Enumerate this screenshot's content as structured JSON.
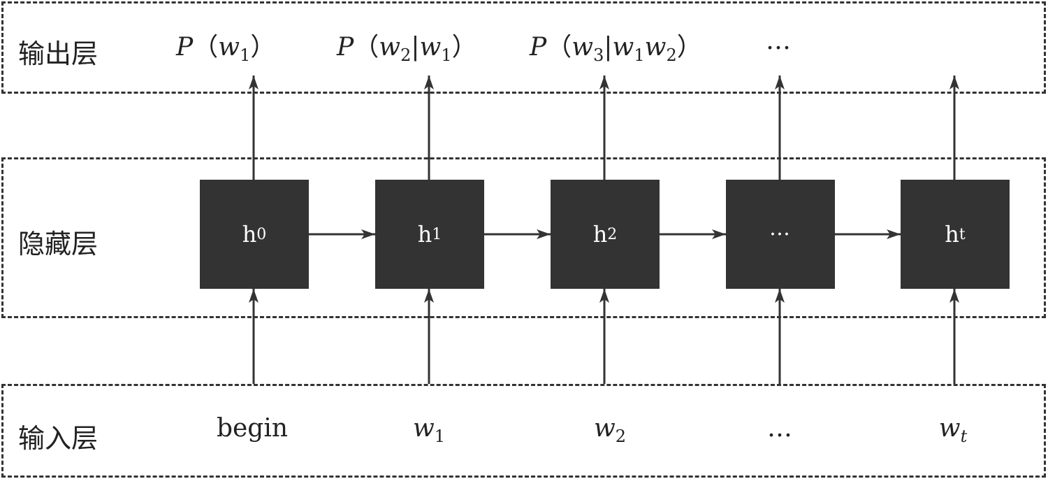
{
  "layers": {
    "output_label": "输出层",
    "hidden_label": "隐藏层",
    "input_label": "输入层"
  },
  "nodes": [
    {
      "base": "h",
      "sub": "0"
    },
    {
      "base": "h",
      "sub": "1"
    },
    {
      "base": "h",
      "sub": "2"
    },
    {
      "dots": "…"
    },
    {
      "base": "h",
      "sub": "t"
    }
  ],
  "outputs": {
    "o1": {
      "p": "P",
      "lp": "（",
      "w": "w",
      "s1": "1",
      "rp": "）"
    },
    "o2": {
      "p": "P",
      "lp": "（",
      "w": "w",
      "s1": "2",
      "bar": "|",
      "w2": "w",
      "s2": "1",
      "rp": "）"
    },
    "o3": {
      "p": "P",
      "lp": "（",
      "w": "w",
      "s1": "3",
      "bar": "|",
      "w2": "w",
      "s2": "1",
      "w3": "w",
      "s3": "2",
      "rp": "）"
    },
    "dots": "…"
  },
  "inputs": {
    "begin": "begin",
    "w1": {
      "w": "w",
      "sub": "1"
    },
    "w2": {
      "w": "w",
      "sub": "2"
    },
    "dots": "…",
    "wt": {
      "w": "w",
      "sub": "t"
    }
  }
}
